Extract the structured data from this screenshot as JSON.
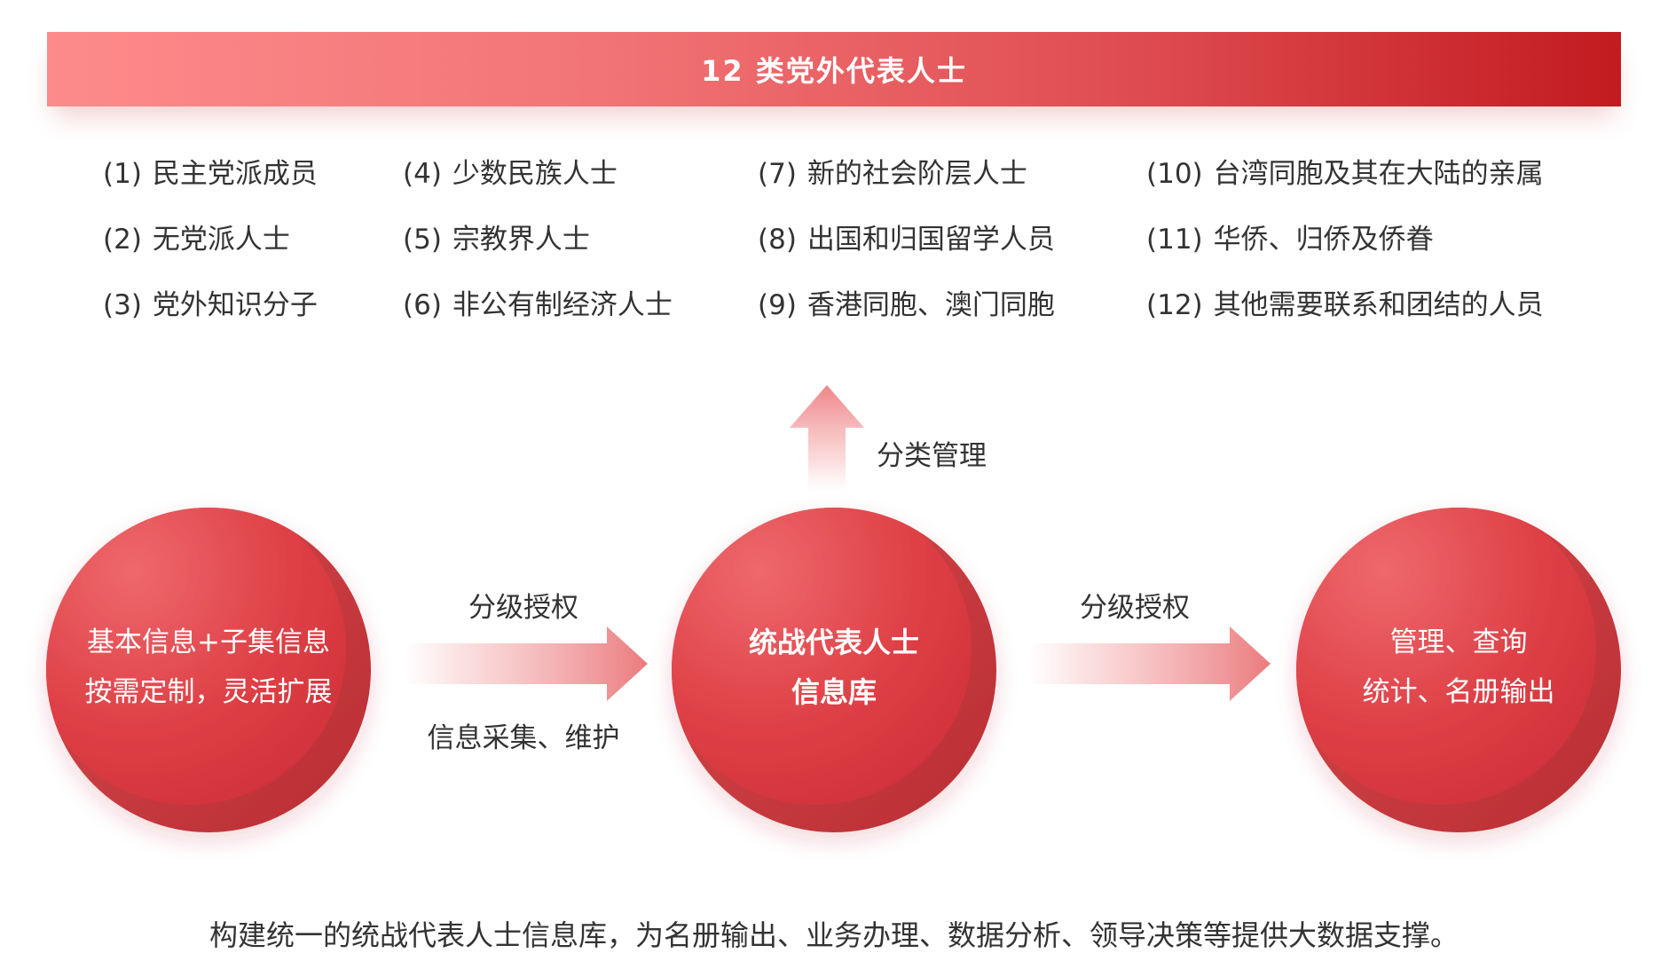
{
  "banner": {
    "title": "12 类党外代表人士"
  },
  "categories": [
    {
      "num": "(1)",
      "label": "民主党派成员"
    },
    {
      "num": "(2)",
      "label": "无党派人士"
    },
    {
      "num": "(3)",
      "label": "党外知识分子"
    },
    {
      "num": "(4)",
      "label": "少数民族人士"
    },
    {
      "num": "(5)",
      "label": "宗教界人士"
    },
    {
      "num": "(6)",
      "label": "非公有制经济人士"
    },
    {
      "num": "(7)",
      "label": "新的社会阶层人士"
    },
    {
      "num": "(8)",
      "label": "出国和归国留学人员"
    },
    {
      "num": "(9)",
      "label": "香港同胞、澳门同胞"
    },
    {
      "num": "(10)",
      "label": "台湾同胞及其在大陆的亲属"
    },
    {
      "num": "(11)",
      "label": "华侨、归侨及侨眷"
    },
    {
      "num": "(12)",
      "label": "其他需要联系和团结的人员"
    }
  ],
  "flow": {
    "up_label": "分类管理",
    "source_circle": {
      "line1": "基本信息+子集信息",
      "line2": "按需定制，灵活扩展"
    },
    "arrow_left": {
      "top_label": "分级授权",
      "bottom_label": "信息采集、维护"
    },
    "center_circle": {
      "line1": "统战代表人士",
      "line2": "信息库"
    },
    "arrow_right": {
      "top_label": "分级授权"
    },
    "target_circle": {
      "line1": "管理、查询",
      "line2": "统计、名册输出"
    }
  },
  "footer": {
    "text": "构建统一的统战代表人士信息库，为名册输出、业务办理、数据分析、领导决策等提供大数据支撑。"
  },
  "colors": {
    "banner_start": "#fd8b8b",
    "banner_end": "#c21b20",
    "circle_light": "#ec6267",
    "circle_dark": "#b82d32",
    "arrow": "#eb7b7e",
    "text": "#333333"
  }
}
